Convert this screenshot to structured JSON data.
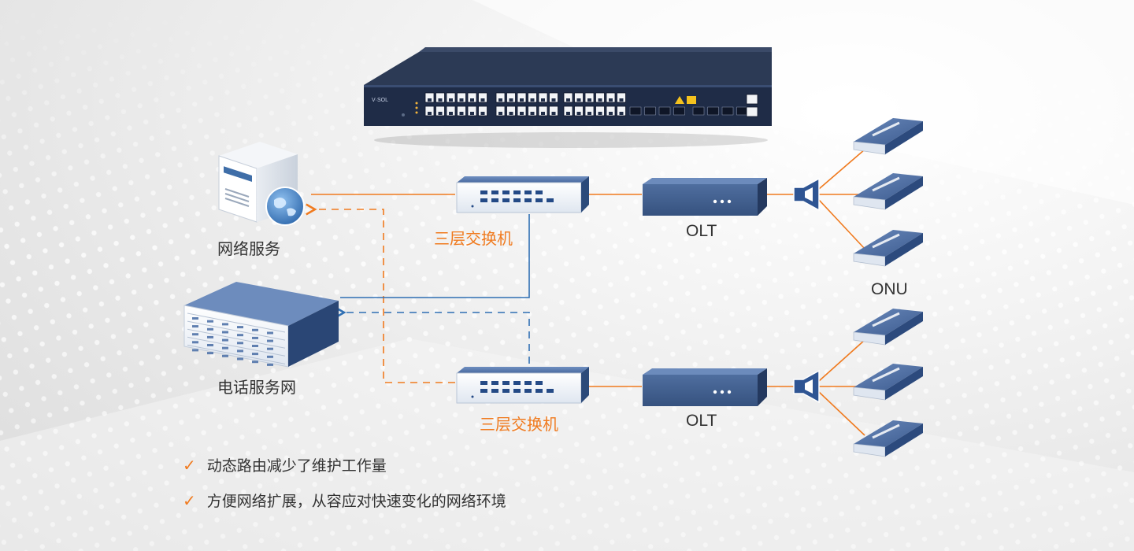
{
  "colors": {
    "accent_orange": "#f07a1e",
    "link_blue": "#2f6fb3",
    "device_blue": "#3b5d92",
    "device_dark": "#23365a",
    "text": "#333333"
  },
  "product": {
    "brand": "V·SOL"
  },
  "nodes": {
    "network_service": "网络服务",
    "phone_service": "电话服务网",
    "switch_top": "三层交换机",
    "switch_bottom": "三层交换机",
    "olt_top": "OLT",
    "olt_bottom": "OLT",
    "onu": "ONU"
  },
  "icons": {
    "server": "server-globe-icon",
    "chassis": "telephony-chassis-icon",
    "switch": "layer3-switch-icon",
    "olt": "olt-icon",
    "splitter": "optical-splitter-icon",
    "onu": "onu-icon",
    "check": "checkmark-icon"
  },
  "features": [
    "动态路由减少了维护工作量",
    "方便网络扩展，从容应对快速变化的网络环境"
  ]
}
